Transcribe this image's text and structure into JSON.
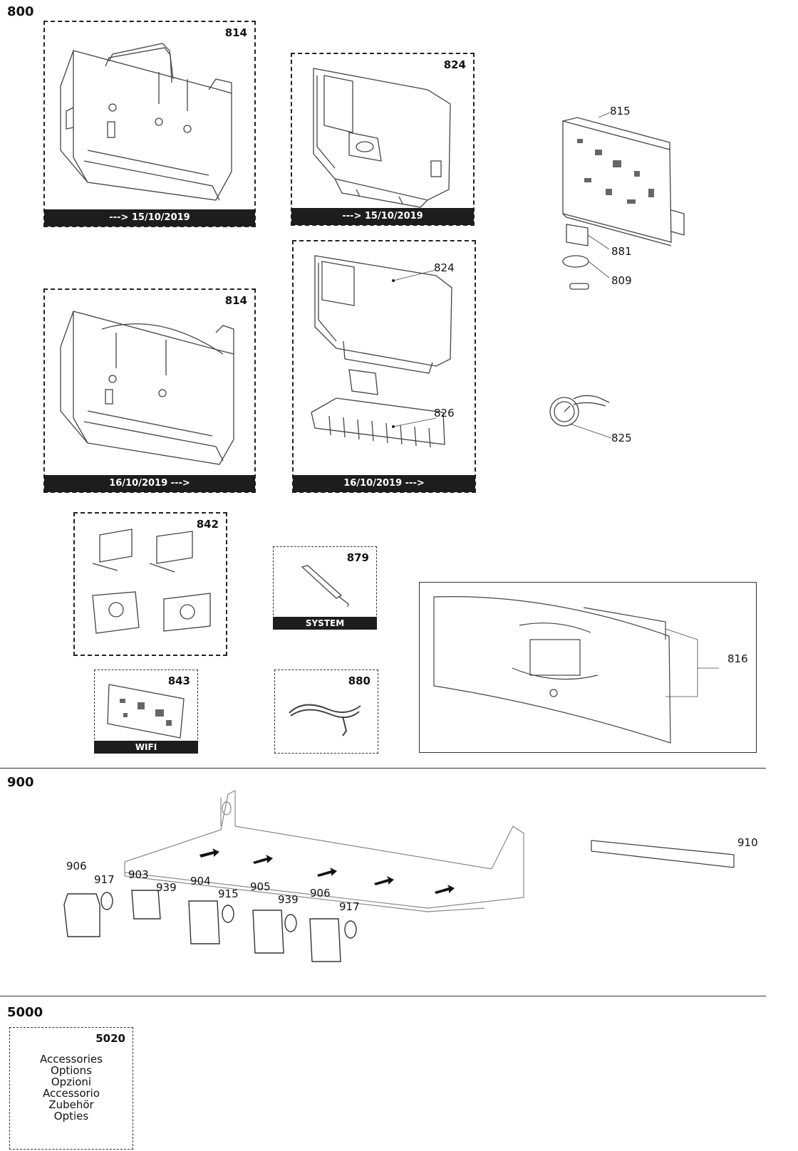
{
  "sections": {
    "s800": "800",
    "s900": "900",
    "s5000": "5000"
  },
  "boxes": {
    "b814_top": {
      "num": "814",
      "bar": "---> 15/10/2019"
    },
    "b824_top": {
      "num": "824",
      "bar": "---> 15/10/2019"
    },
    "b814_bot": {
      "num": "814",
      "bar": "16/10/2019 --->"
    },
    "b824_bot": {
      "bar": "16/10/2019 --->"
    },
    "b842": {
      "num": "842"
    },
    "b879": {
      "num": "879",
      "bar": "SYSTEM"
    },
    "b843": {
      "num": "843",
      "bar": "WIFI"
    },
    "b880": {
      "num": "880"
    },
    "b5020": {
      "num": "5020",
      "lines": [
        "Accessories",
        "Options",
        "Opzioni",
        "Accessorio",
        "Zubehör",
        "Opties"
      ]
    }
  },
  "callouts": {
    "c815": "815",
    "c881": "881",
    "c809": "809",
    "c825": "825",
    "c824": "824",
    "c826": "826",
    "c816": "816",
    "c906a": "906",
    "c917a": "917",
    "c903": "903",
    "c939a": "939",
    "c904": "904",
    "c915": "915",
    "c905": "905",
    "c939b": "939",
    "c906b": "906",
    "c917b": "917",
    "c910": "910"
  },
  "colors": {
    "line": "#333333",
    "bar": "#1d1d1d"
  }
}
